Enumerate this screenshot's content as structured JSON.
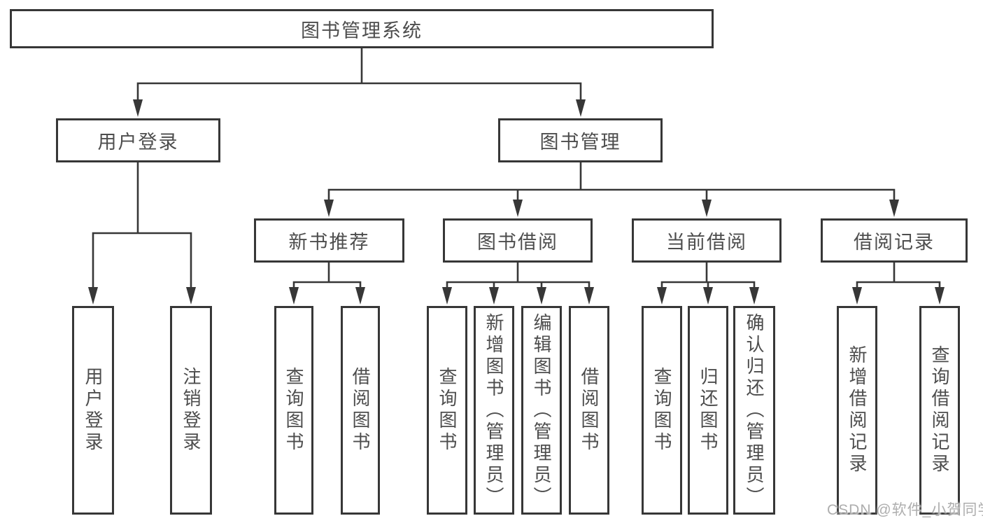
{
  "tree": {
    "label": "图书管理系统",
    "children": [
      {
        "label": "用户登录",
        "children": [
          {
            "label": "用户登录"
          },
          {
            "label": "注销登录"
          }
        ]
      },
      {
        "label": "图书管理",
        "children": [
          {
            "label": "新书推荐",
            "children": [
              {
                "label": "查询图书"
              },
              {
                "label": "借阅图书"
              }
            ]
          },
          {
            "label": "图书借阅",
            "children": [
              {
                "label": "查询图书"
              },
              {
                "label": "新增图书（管理员）"
              },
              {
                "label": "编辑图书（管理员）"
              },
              {
                "label": "借阅图书"
              }
            ]
          },
          {
            "label": "当前借阅",
            "children": [
              {
                "label": "查询图书"
              },
              {
                "label": "归还图书"
              },
              {
                "label": "确认归还（管理员）"
              }
            ]
          },
          {
            "label": "借阅记录",
            "children": [
              {
                "label": "新增借阅记录"
              },
              {
                "label": "查询借阅记录"
              }
            ]
          }
        ]
      }
    ]
  },
  "watermark": {
    "text": "CSDN @软件_小贺同学"
  },
  "colors": {
    "line": "#373737",
    "text": "#4d4d4d",
    "watermark": "#aeaeae",
    "background": "#ffffff"
  }
}
